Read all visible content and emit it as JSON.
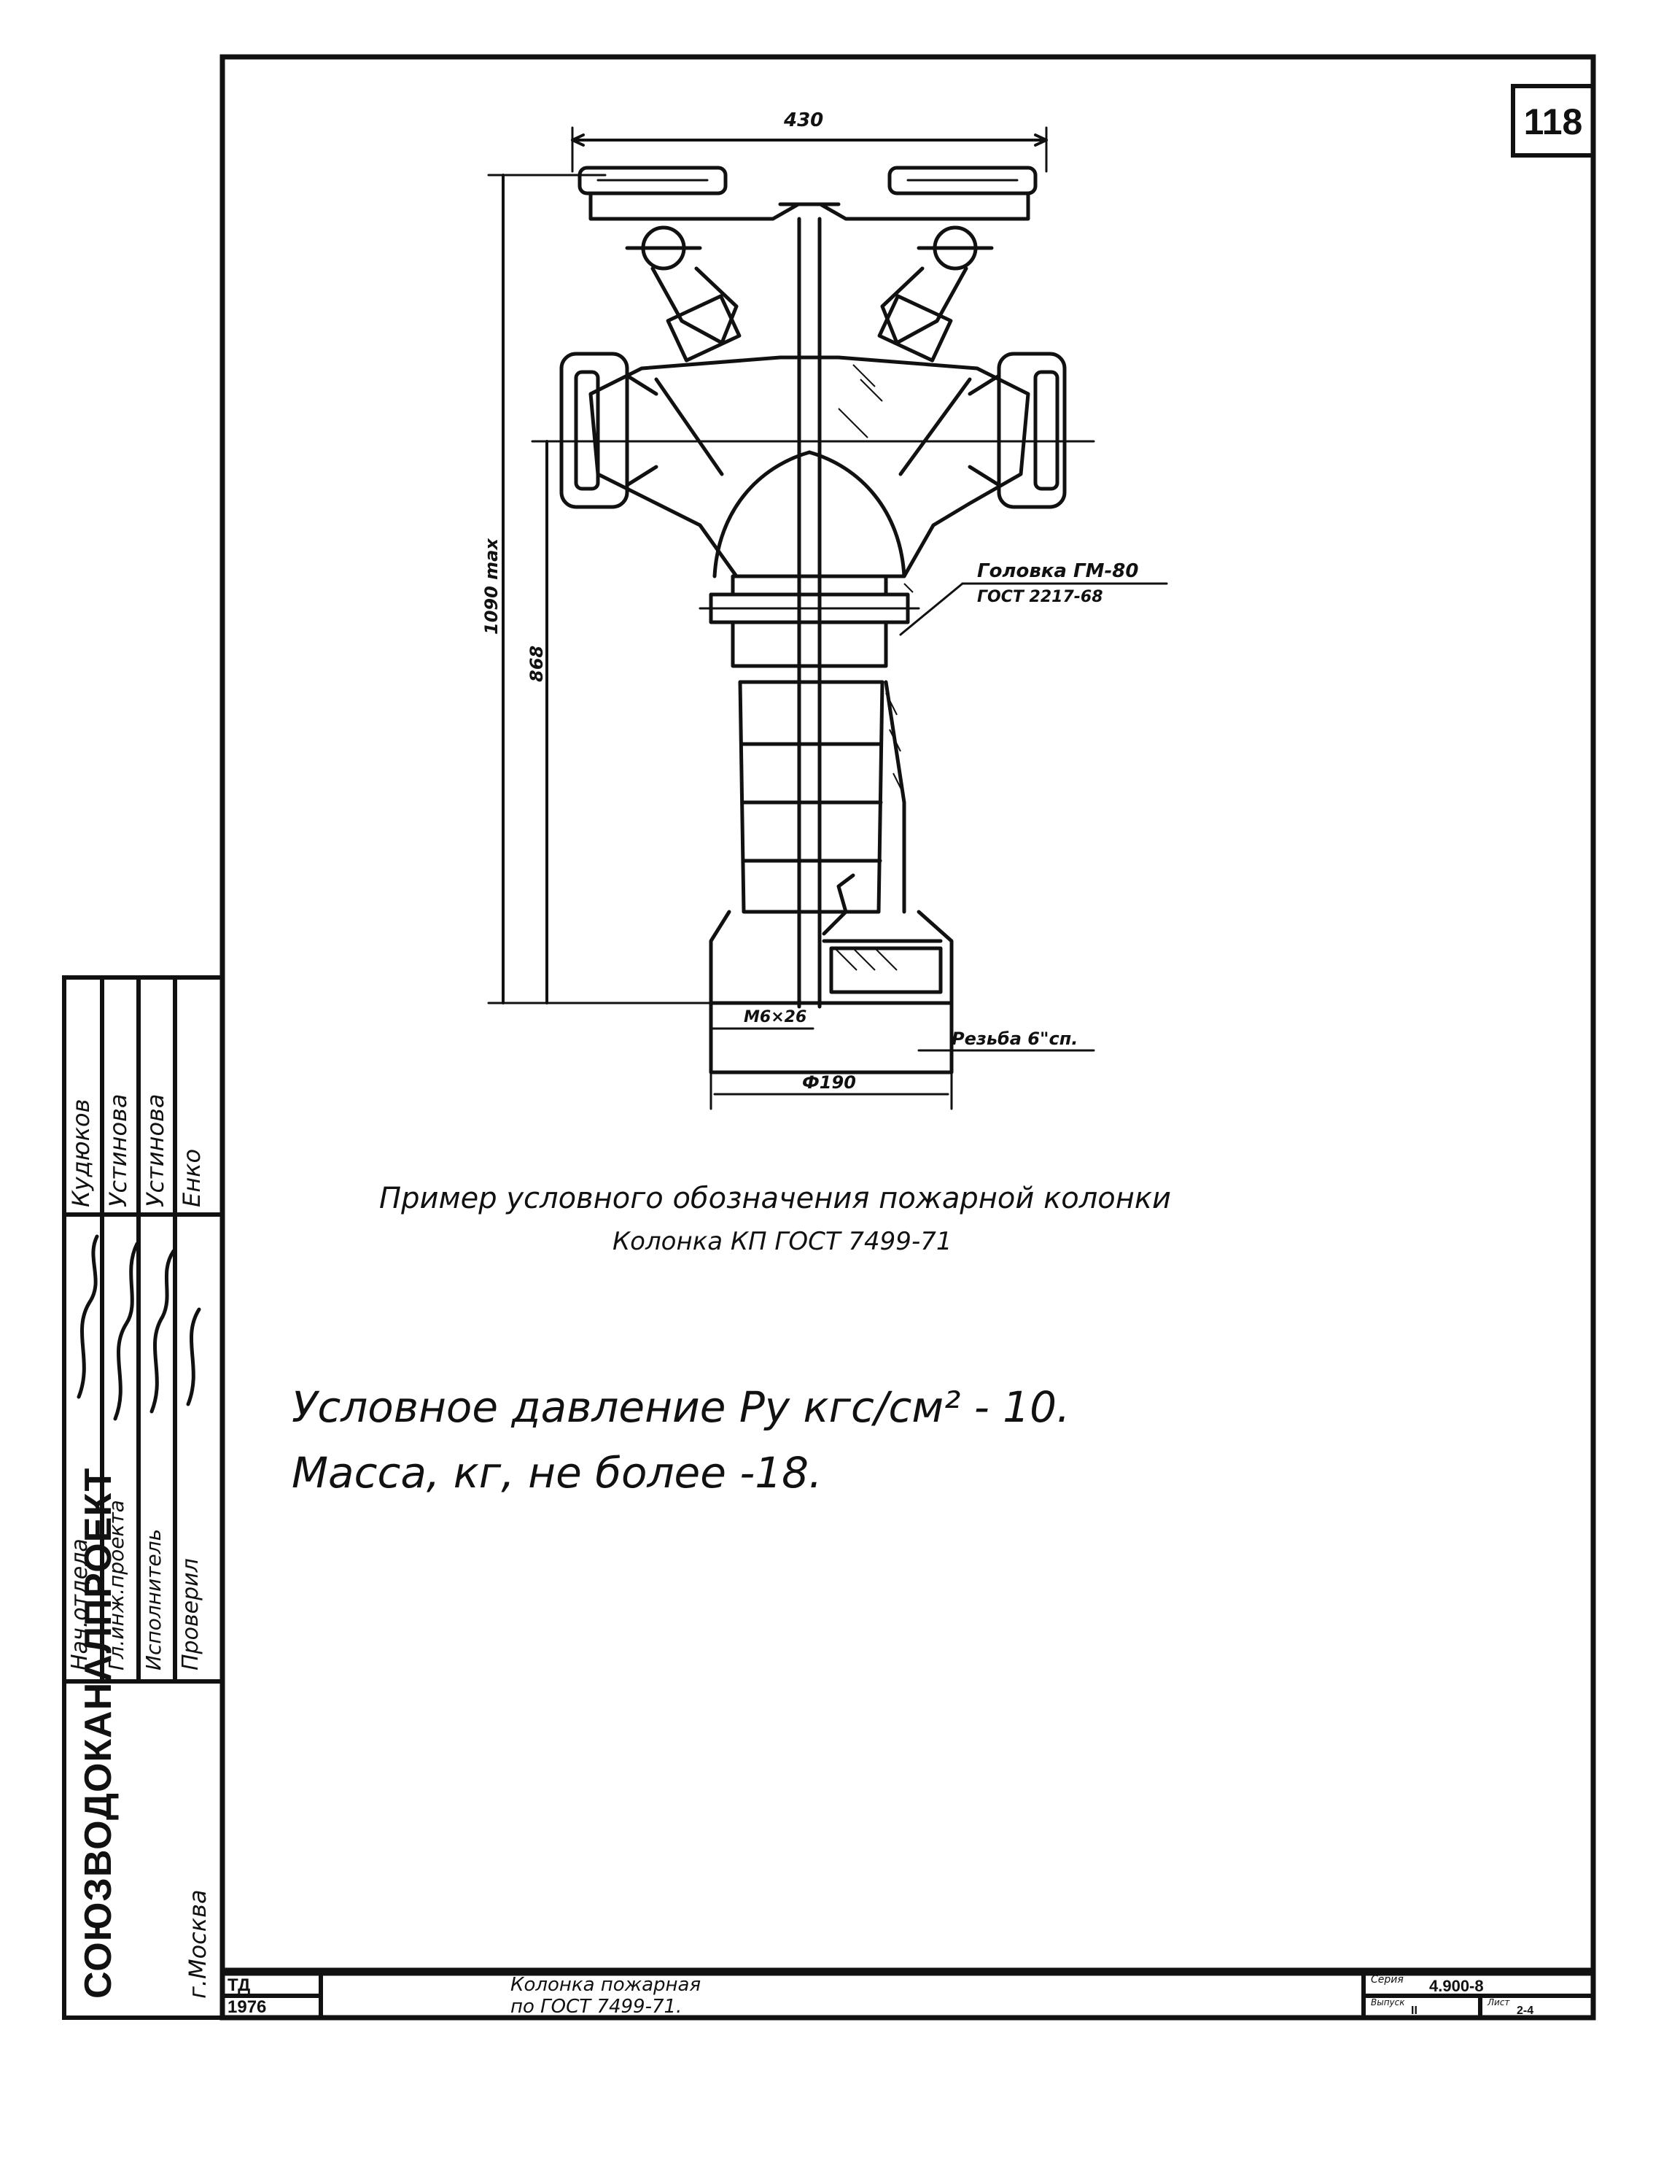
{
  "sheet": {
    "number": "118"
  },
  "drawing": {
    "dim_width": "430",
    "dim_height_total": "1090 max",
    "dim_height_inner": "868",
    "label_head": "Головка ГМ-80",
    "label_head_gost": "ГОСТ 2217-68",
    "dim_bolt": "М6×26",
    "label_thread": "Резьба 6\"сп.",
    "dim_diameter": "Ф190"
  },
  "designation": {
    "line1": "Пример условного обозначения пожарной колонки",
    "line2": "Колонка КП ГОСТ 7499-71"
  },
  "specs": {
    "pressure": "Условное давление  Ру кгс/см² - 10.",
    "mass": "Масса,  кг,  не более -18."
  },
  "stamp": {
    "org": "СОЮЗВОДОКАНАЛПРОЕКТ",
    "city": "г.Москва",
    "roles": [
      "Нач.отдела",
      "Гл.инж.проекта",
      "Исполнитель",
      "Проверил"
    ],
    "names": [
      "Кудюков",
      "Устинова",
      "Устинова",
      "Енко"
    ]
  },
  "title_block": {
    "td": "ТД",
    "year": "1976",
    "title_line1": "Колонка  пожарная",
    "title_line2": "по ГОСТ 7499-71.",
    "series_label": "Серия",
    "series_value": "4.900-8",
    "issue_label": "Выпуск",
    "issue_value": "II",
    "sheet_label": "Лист",
    "sheet_value": "2-4"
  }
}
